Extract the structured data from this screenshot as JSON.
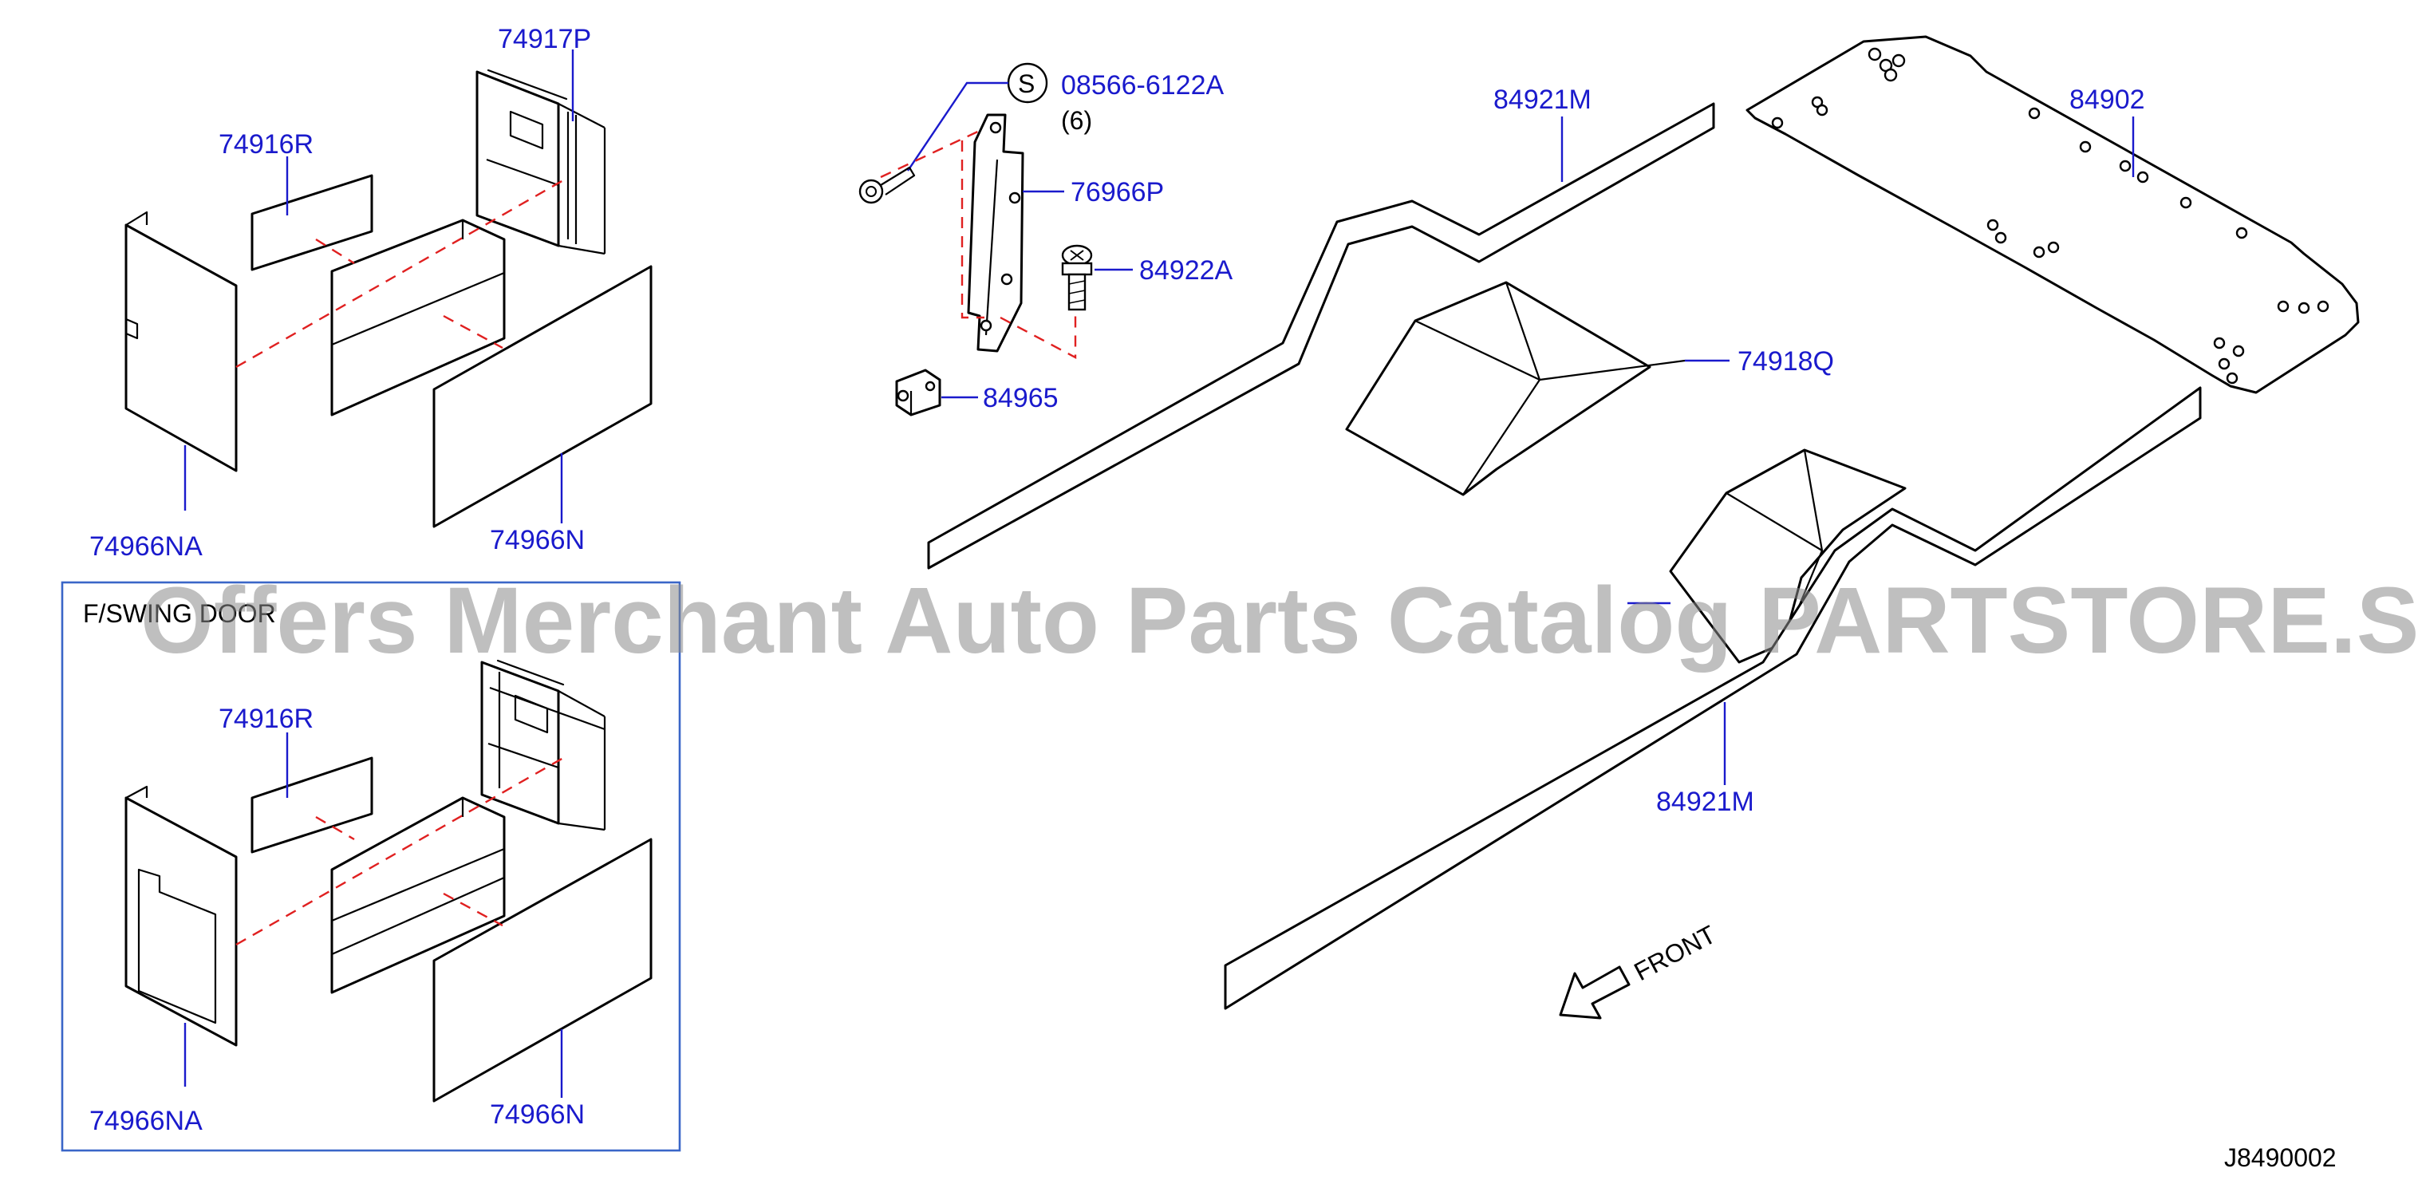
{
  "labels": {
    "p74917P_top": "74917P",
    "p74916R_top": "74916R",
    "p74966NA_top": "74966NA",
    "p74966N_top": "74966N",
    "p74916R_bot": "74916R",
    "p74966NA_bot": "74966NA",
    "p74966N_bot": "74966N",
    "p08566": "08566-6122A",
    "p08566_qty": "(6)",
    "screw_symbol": "S",
    "p76966P": "76966P",
    "p84922A": "84922A",
    "p84965": "84965",
    "p84921M_top": "84921M",
    "p84902": "84902",
    "p74918Q": "74918Q",
    "p84921M_bot": "84921M",
    "front": "FRONT",
    "ref_code": "J8490002"
  },
  "inset": {
    "title": "F/SWING DOOR"
  },
  "watermark": "Offers Merchant Auto Parts Catalog PARTSTORE.SA",
  "colors": {
    "label": "#1a1acc",
    "dashed_guide": "#e02020",
    "inset_border": "#3a66c8"
  },
  "icons": {
    "front_arrow": "front-arrow-icon",
    "screw": "screw-icon",
    "bolt": "bolt-icon",
    "clip": "clip-icon"
  }
}
